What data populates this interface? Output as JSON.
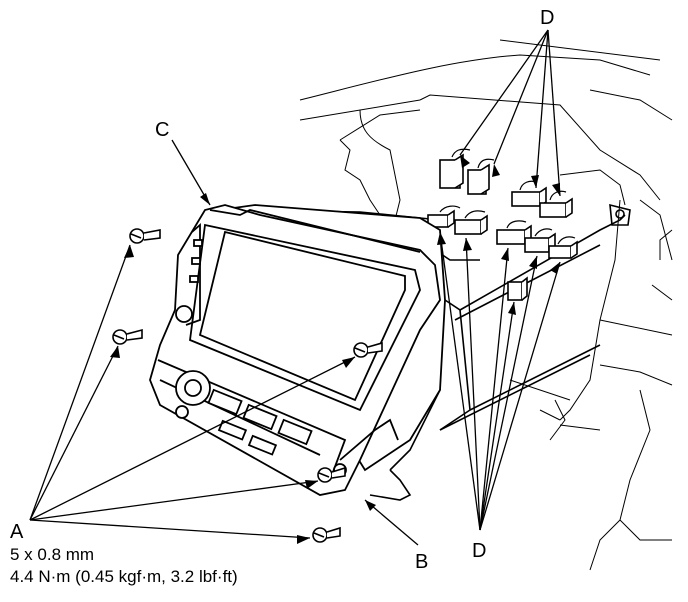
{
  "callouts": {
    "a": "A",
    "b": "B",
    "c": "C",
    "d_top": "D",
    "d_bottom": "D"
  },
  "spec": {
    "line1": "5 x 0.8 mm",
    "line2": "4.4 N·m (0.45 kgf·m, 3.2 lbf·ft)"
  }
}
